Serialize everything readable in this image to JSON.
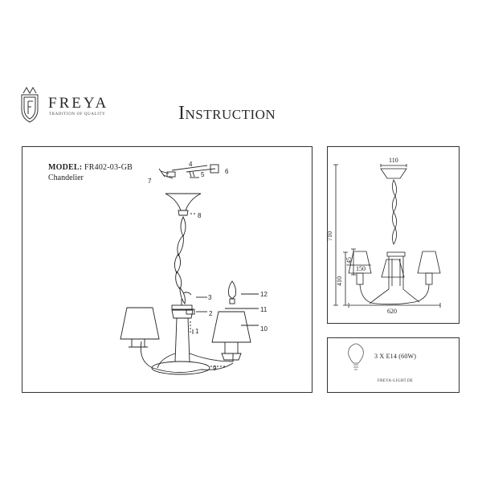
{
  "brand": {
    "name": "FREYA",
    "tagline": "TRADITION OF QUALITY"
  },
  "title": "Instruction",
  "model": {
    "label": "MODEL:",
    "code": "FR402-03-GB",
    "type": "Chandelier"
  },
  "parts": [
    "1",
    "2",
    "3",
    "4",
    "5",
    "6",
    "7",
    "8",
    "9",
    "10",
    "11",
    "12"
  ],
  "dimensions": {
    "canopy": "110",
    "total_height": "710",
    "body_height": "410",
    "shade_height": "145",
    "shade_width": "150",
    "total_width": "620"
  },
  "bulb_spec": "3 X E14 (60W)",
  "website": "FREYA-LIGHT.DE",
  "colors": {
    "ink": "#222222",
    "frame": "#333333",
    "background": "#ffffff"
  }
}
